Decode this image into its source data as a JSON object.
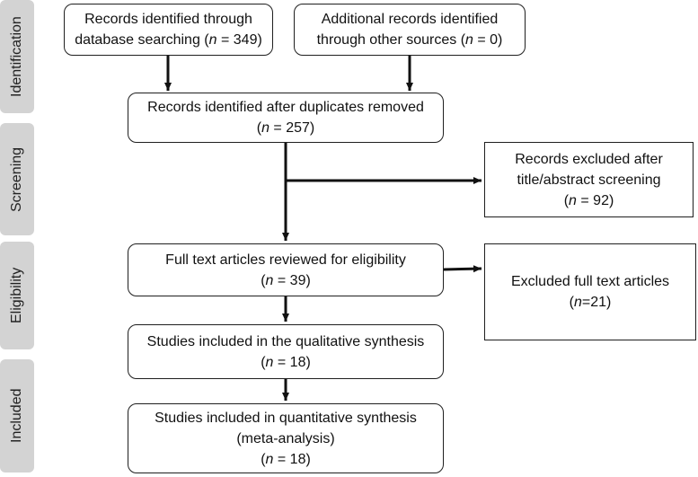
{
  "stages": {
    "identification": "Identification",
    "screening": "Screening",
    "eligibility": "Eligibility",
    "included": "Included"
  },
  "boxes": {
    "database_records": {
      "line1": "Records identified through",
      "line2_pre": "database searching (",
      "n_symbol": "n",
      "line2_post": " = 349)"
    },
    "other_records": {
      "line1": "Additional records identified",
      "line2_pre": "through other sources (",
      "n_symbol": "n",
      "line2_post": " = 0)"
    },
    "after_duplicates": {
      "line1": "Records identified after duplicates removed",
      "line2_pre": "(",
      "n_symbol": "n",
      "line2_post": " = 257)"
    },
    "excluded_screening": {
      "line1": "Records excluded after",
      "line2": "title/abstract screening",
      "line3_pre": "(",
      "n_symbol": "n",
      "line3_post": " = 92)"
    },
    "full_text": {
      "line1": "Full text articles reviewed for eligibility",
      "line2_pre": "(",
      "n_symbol": "n",
      "line2_post": " = 39)"
    },
    "excluded_full_text": {
      "line1": "Excluded full text articles",
      "line2_pre": "(",
      "n_symbol": "n",
      "line2_post": "=21)"
    },
    "qualitative": {
      "line1": "Studies included in the qualitative synthesis",
      "line2_pre": "(",
      "n_symbol": "n",
      "line2_post": " = 18)"
    },
    "quantitative": {
      "line1": "Studies included in quantitative synthesis",
      "line2": "(meta-analysis)",
      "line3_pre": "(",
      "n_symbol": "n",
      "line3_post": " = 18)"
    }
  }
}
